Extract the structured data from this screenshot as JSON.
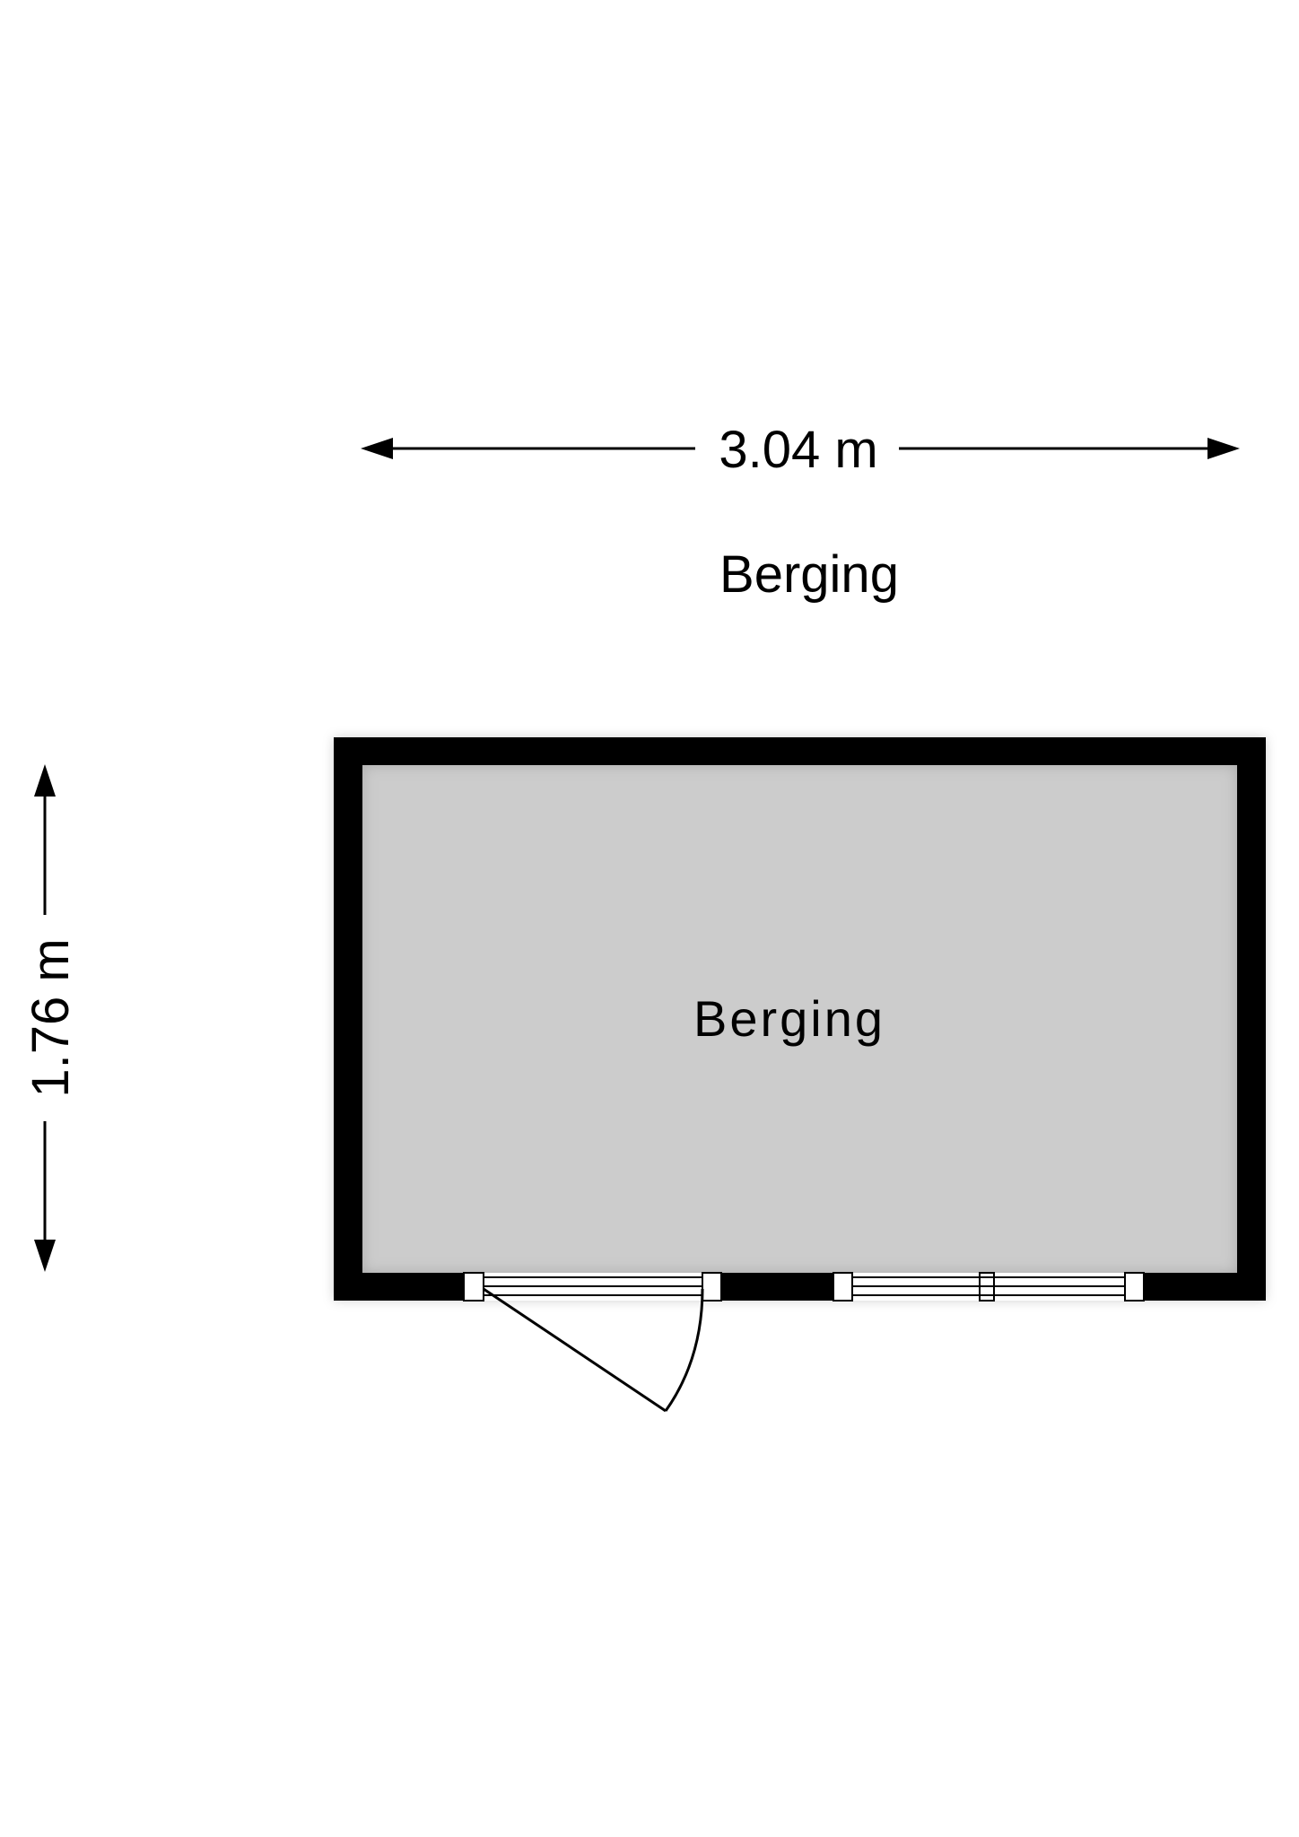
{
  "plan": {
    "title": "Berging",
    "width_label": "3.04 m",
    "height_label": "1.76 m",
    "width_m": 3.04,
    "height_m": 1.76
  },
  "rooms": [
    {
      "name": "Berging",
      "fill": "#cccccc"
    }
  ],
  "colors": {
    "wall": "#000000",
    "room_fill": "#cccccc",
    "background": "#ffffff",
    "line": "#000000"
  }
}
